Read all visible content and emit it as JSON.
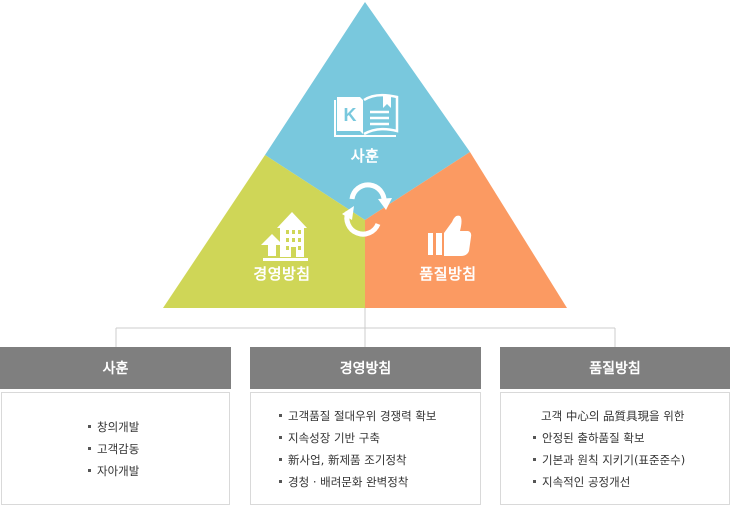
{
  "triangle": {
    "top": {
      "label": "사훈",
      "color": "#79c8dd",
      "icon": "book-k-icon"
    },
    "left": {
      "label": "경영방침",
      "color": "#cfd657",
      "icon": "building-arrow-icon"
    },
    "right": {
      "label": "품질방침",
      "color": "#fb9a62",
      "icon": "thumbs-up-icon"
    },
    "center_icon": "refresh-cycle-icon"
  },
  "boxes": [
    {
      "title": "사훈",
      "items": [
        "창의개발",
        "고객감동",
        "자아개발"
      ]
    },
    {
      "title": "경영방침",
      "items": [
        "고객품질 절대우위 경쟁력 확보",
        "지속성장 기반 구축",
        "新사업, 新제품 조기정착",
        "경청 · 배려문화 완벽정착"
      ]
    },
    {
      "title": "품질방침",
      "intro": "고객 中心의 品質具現을 위한",
      "items": [
        "안정된 출하품질 확보",
        "기본과 원칙 지키기(표준준수)",
        "지속적인 공정개선"
      ]
    }
  ],
  "colors": {
    "header": "#7f7f7f",
    "connector": "#cccccc"
  }
}
